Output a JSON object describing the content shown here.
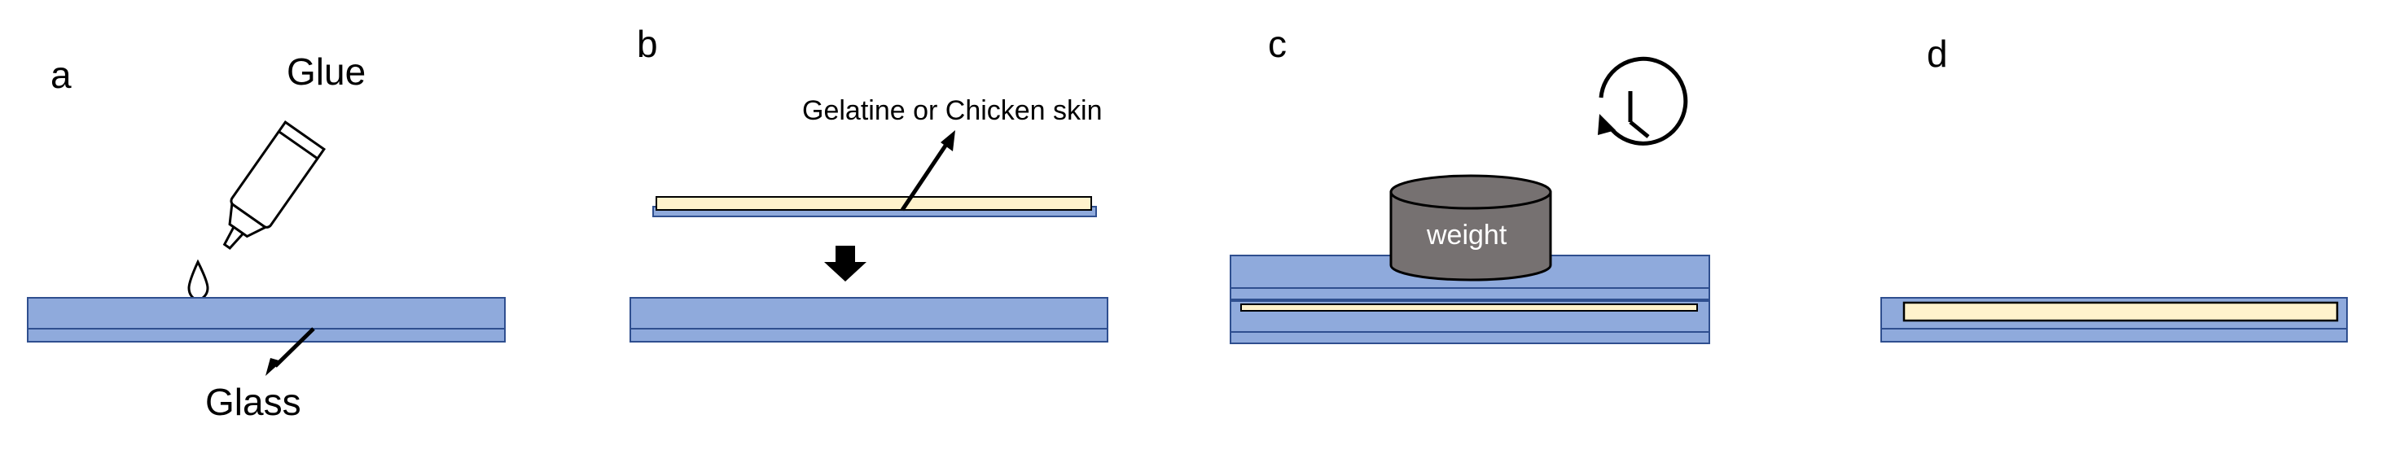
{
  "panels": {
    "a": {
      "letter": "a",
      "glue_label": "Glue",
      "glass_label": "Glass"
    },
    "b": {
      "letter": "b",
      "sample_label": "Gelatine or Chicken skin"
    },
    "c": {
      "letter": "c",
      "weight_label": "weight"
    },
    "d": {
      "letter": "d"
    }
  },
  "colors": {
    "glass": "#8faadc",
    "glass_stroke": "#2f4f8f",
    "sample": "#fff2cc",
    "weight": "#767171",
    "ink": "#000000"
  },
  "icons": {
    "glue_tube": "glue-tube-icon",
    "glue_drop": "glue-drop-icon",
    "clock": "clock-timer-icon",
    "down_arrow": "down-arrow-icon"
  }
}
